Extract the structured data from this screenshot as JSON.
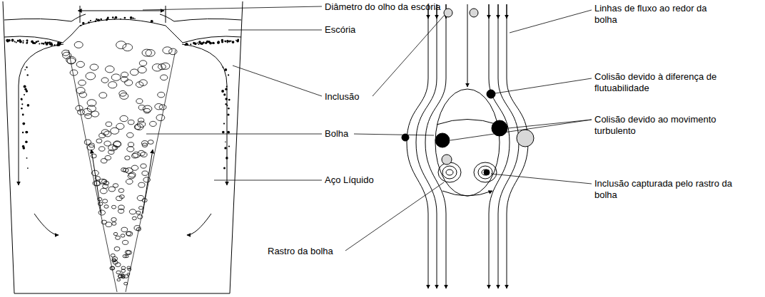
{
  "diagram": {
    "labels": [
      "Diâmetro do olho da escória",
      "Escória",
      "Inclusão",
      "Bolha",
      "Aço Líquido",
      "Rastro da bolha",
      "Linhas de fluxo ao redor da bolha",
      "Colisão devido à diferença de flutuabilidade",
      "Colisão devido ao movimento turbulento",
      "Inclusão capturada pelo rastro da bolha"
    ]
  }
}
